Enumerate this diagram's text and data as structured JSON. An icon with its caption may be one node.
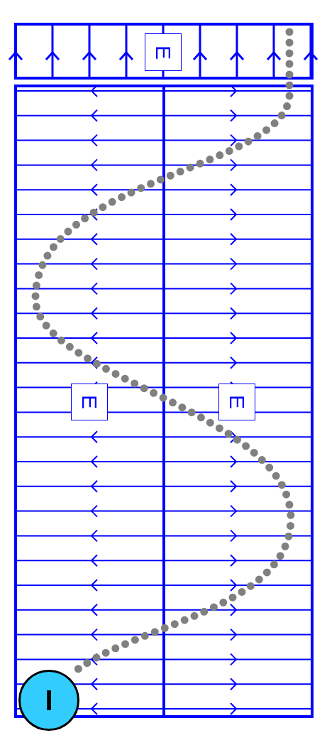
{
  "diagram": {
    "nodes": [
      {
        "text": [
          "E"
        ]
      },
      {
        "text": [
          "E"
        ]
      },
      {
        "text": [
          "E"
        ]
      },
      {
        "text": [
          "I"
        ]
      }
    ]
  }
}
